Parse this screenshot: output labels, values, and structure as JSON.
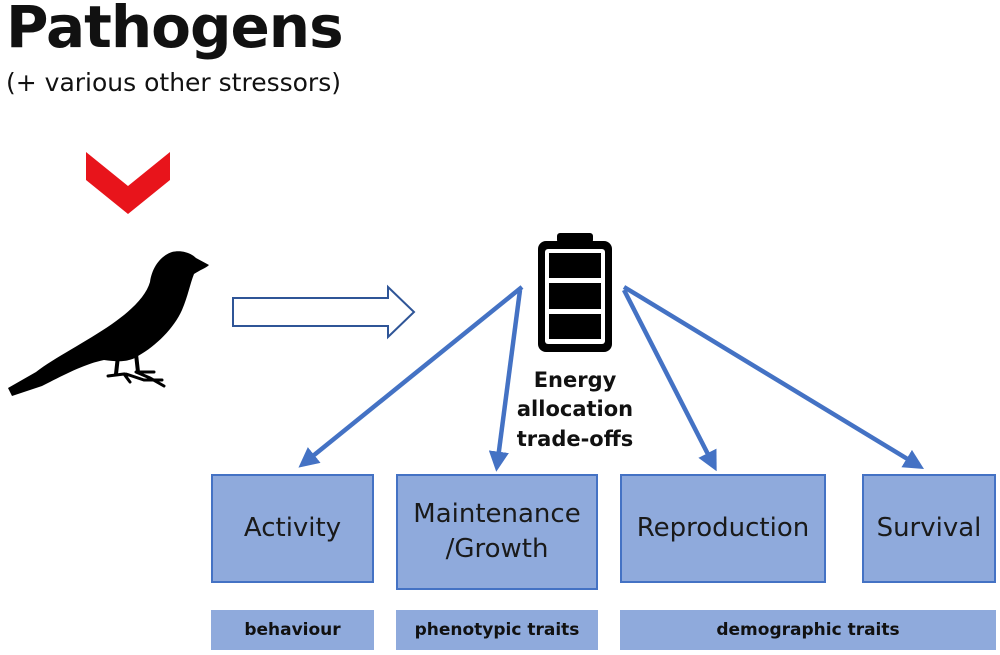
{
  "title": "Pathogens",
  "subtitle": "(+ various other stressors)",
  "energy": {
    "label": "Energy allocation trade-offs"
  },
  "boxes": [
    {
      "label": "Activity"
    },
    {
      "label": "Maintenance /Growth"
    },
    {
      "label": "Reproduction"
    },
    {
      "label": "Survival"
    }
  ],
  "categories": [
    {
      "label": "behaviour"
    },
    {
      "label": "phenotypic traits"
    },
    {
      "label": "demographic traits"
    }
  ],
  "colors": {
    "box_fill": "#8faadc",
    "box_border": "#4472c4",
    "arrow": "#4472c4",
    "chevron": "#e8141b"
  },
  "icons": [
    "chevron-down-icon",
    "bird-silhouette-icon",
    "battery-icon",
    "right-arrow-icon"
  ]
}
